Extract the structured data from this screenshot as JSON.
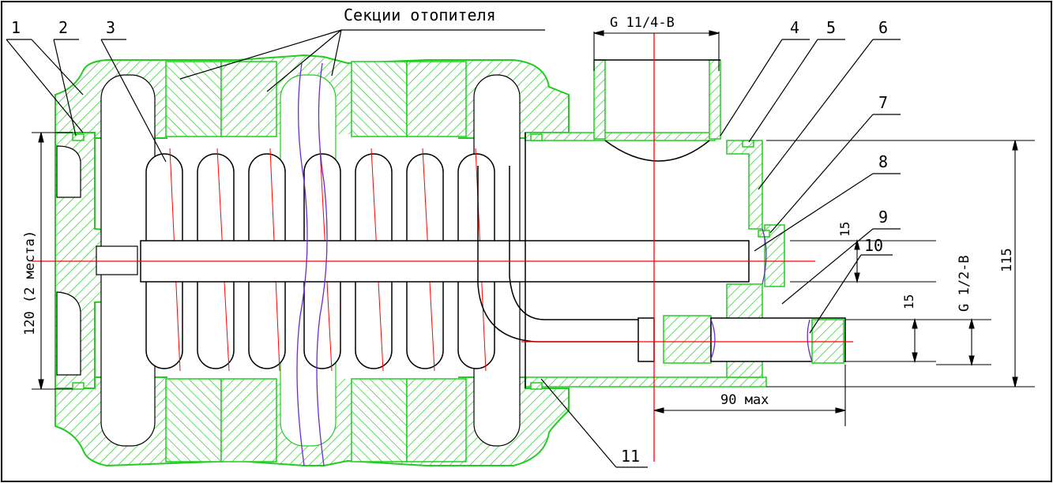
{
  "title": "Секции отопителя",
  "labels": {
    "n1": "1",
    "n2": "2",
    "n3": "3",
    "n4": "4",
    "n5": "5",
    "n6": "6",
    "n7": "7",
    "n8": "8",
    "n9": "9",
    "n10": "10",
    "n11": "11"
  },
  "dimensions": {
    "thread_top": "G 11/4-B",
    "mounting": "120 (2 места)",
    "d15_upper": "15",
    "d15_lower": "15",
    "thread_side": "G 1/2-B",
    "overall_115": "115",
    "length_90": "90 мах"
  },
  "colors": {
    "hatch": "#22cc22",
    "outline": "#000000",
    "axis": "#ff0000",
    "break_line": "#6a2bd6"
  }
}
